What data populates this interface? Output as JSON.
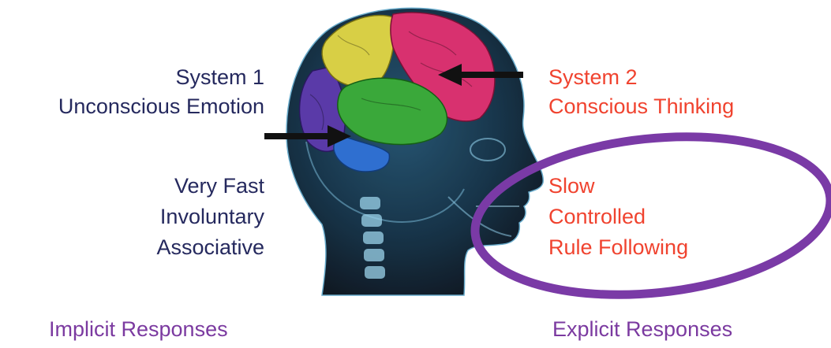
{
  "system1": {
    "title": "System 1",
    "subtitle": "Unconscious Emotion"
  },
  "system2": {
    "title": "System 2",
    "subtitle": "Conscious Thinking"
  },
  "traits_left": [
    "Very Fast",
    "Involuntary",
    "Associative"
  ],
  "traits_right": [
    "Slow",
    "Controlled",
    "Rule Following"
  ],
  "bottom": {
    "left": "Implicit Responses",
    "right": "Explicit Responses"
  },
  "colors": {
    "navy_text": "#25295e",
    "red_text": "#f0432f",
    "purple_text": "#7b3aa0",
    "highlight_ellipse": "#7a3aa6",
    "background_figure": "#07182a",
    "brain_purple": "#5a3aa8",
    "brain_yellow": "#d8cf45",
    "brain_pink": "#d8316f",
    "brain_green": "#3aa83a",
    "brain_blue": "#2f6fd0"
  },
  "icons": [
    "brain-head-illustration",
    "arrow-right-icon",
    "arrow-left-icon",
    "highlight-ellipse"
  ]
}
